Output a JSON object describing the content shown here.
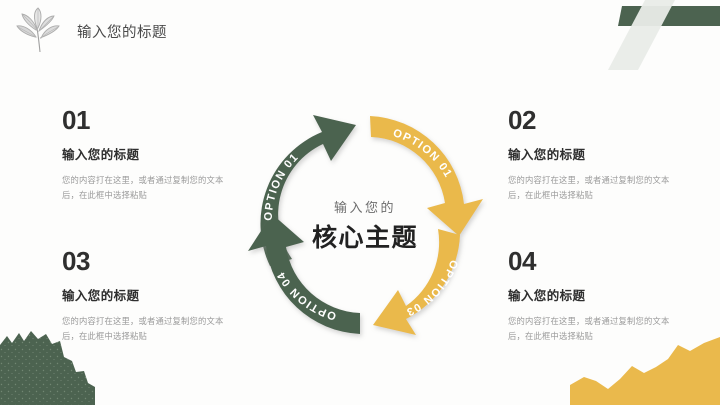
{
  "header": {
    "title": "输入您的标题",
    "logo_icon": "leaf-sketch-icon"
  },
  "colors": {
    "green": "#4c6350",
    "green_dark": "#44594a",
    "yellow": "#eab94c",
    "yellow_dark": "#e3ae3c",
    "text_dark": "#2f2f2f",
    "text_muted": "#9a9a9a",
    "background": "#fdfdfc",
    "deco_green_light": "#ccd6cd"
  },
  "center": {
    "subtitle": "输入您的",
    "title": "核心主题"
  },
  "arrows": [
    {
      "id": "arrow-top-left",
      "label": "OPTION 01",
      "color": "green"
    },
    {
      "id": "arrow-top-right",
      "label": "OPTION 01",
      "color": "yellow"
    },
    {
      "id": "arrow-bottom-right",
      "label": "OPTION 03",
      "color": "yellow"
    },
    {
      "id": "arrow-bottom-left",
      "label": "OPTION 04",
      "color": "green"
    }
  ],
  "columns": [
    {
      "number": "01",
      "heading": "输入您的标题",
      "body": "您的内容打在这里，或者通过复制您的文本后，在此框中选择粘贴"
    },
    {
      "number": "02",
      "heading": "输入您的标题",
      "body": "您的内容打在这里，或者通过复制您的文本后，在此框中选择粘贴"
    },
    {
      "number": "03",
      "heading": "输入您的标题",
      "body": "您的内容打在这里，或者通过复制您的文本后，在此框中选择粘贴"
    },
    {
      "number": "04",
      "heading": "输入您的标题",
      "body": "您的内容打在这里，或者通过复制您的文本后，在此框中选择粘贴"
    }
  ],
  "decorations": [
    {
      "id": "deco-top-right",
      "name": "green-band-stripe-shape"
    },
    {
      "id": "deco-bottom-left",
      "name": "green-mountain-shape"
    },
    {
      "id": "deco-bottom-right",
      "name": "yellow-mountain-shape"
    }
  ]
}
